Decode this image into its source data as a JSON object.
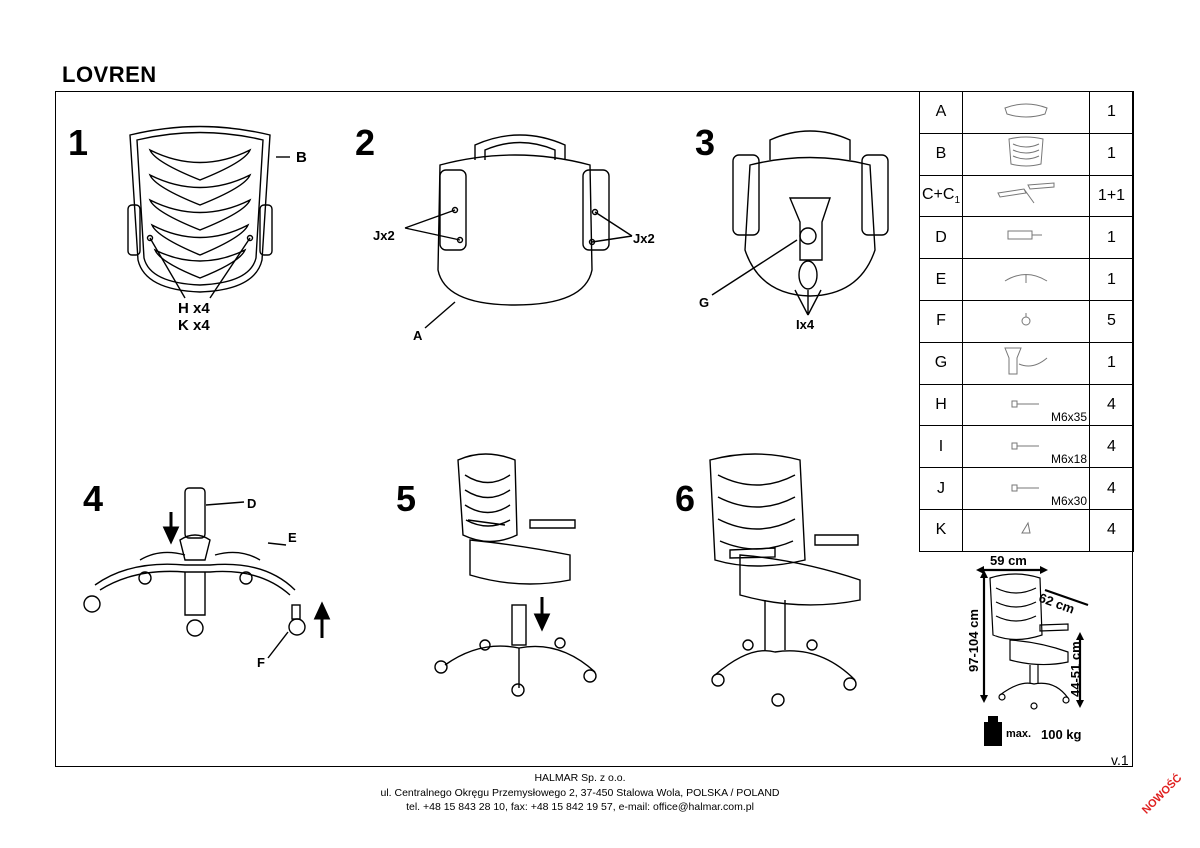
{
  "title": "LOVREN",
  "steps": [
    "1",
    "2",
    "3",
    "4",
    "5",
    "6"
  ],
  "labels": {
    "b": "B",
    "hx4": "H x4",
    "kx4": "K x4",
    "jx2_left": "Jx2",
    "jx2_right": "Jx2",
    "a": "A",
    "g": "G",
    "ix4": "Ix4",
    "d": "D",
    "e": "E",
    "f": "F"
  },
  "parts": [
    {
      "code": "A",
      "qty": "1",
      "spec": "",
      "icon": "seat-icon"
    },
    {
      "code": "B",
      "qty": "1",
      "spec": "",
      "icon": "backrest-icon"
    },
    {
      "code": "C+C1",
      "qty": "1+1",
      "spec": "",
      "icon": "armrest-icon"
    },
    {
      "code": "D",
      "qty": "1",
      "spec": "",
      "icon": "gas-lift-icon"
    },
    {
      "code": "E",
      "qty": "1",
      "spec": "",
      "icon": "base-icon"
    },
    {
      "code": "F",
      "qty": "5",
      "spec": "",
      "icon": "caster-icon"
    },
    {
      "code": "G",
      "qty": "1",
      "spec": "",
      "icon": "mechanism-icon"
    },
    {
      "code": "H",
      "qty": "4",
      "spec": "M6x35",
      "icon": "bolt-icon"
    },
    {
      "code": "I",
      "qty": "4",
      "spec": "M6x18",
      "icon": "bolt-icon"
    },
    {
      "code": "J",
      "qty": "4",
      "spec": "M6x30",
      "icon": "bolt-icon"
    },
    {
      "code": "K",
      "qty": "4",
      "spec": "",
      "icon": "allen-key-icon"
    }
  ],
  "dimensions": {
    "width": "59 cm",
    "depth": "62 cm",
    "height": "97-104 cm",
    "seat_height": "44-51 cm",
    "max_label": "max.",
    "max_load": "100 kg"
  },
  "version": "v.1",
  "footer": {
    "company": "HALMAR Sp. z o.o.",
    "address": "ul. Centralnego Okręgu Przemysłowego 2, 37-450 Stalowa Wola, POLSKA / POLAND",
    "contact": "tel. +48 15 843 28 10, fax: +48 15 842 19 57, e-mail: office@halmar.com.pl"
  },
  "stamp": "NOWOŚĆ",
  "colors": {
    "stamp": "#e02020"
  }
}
